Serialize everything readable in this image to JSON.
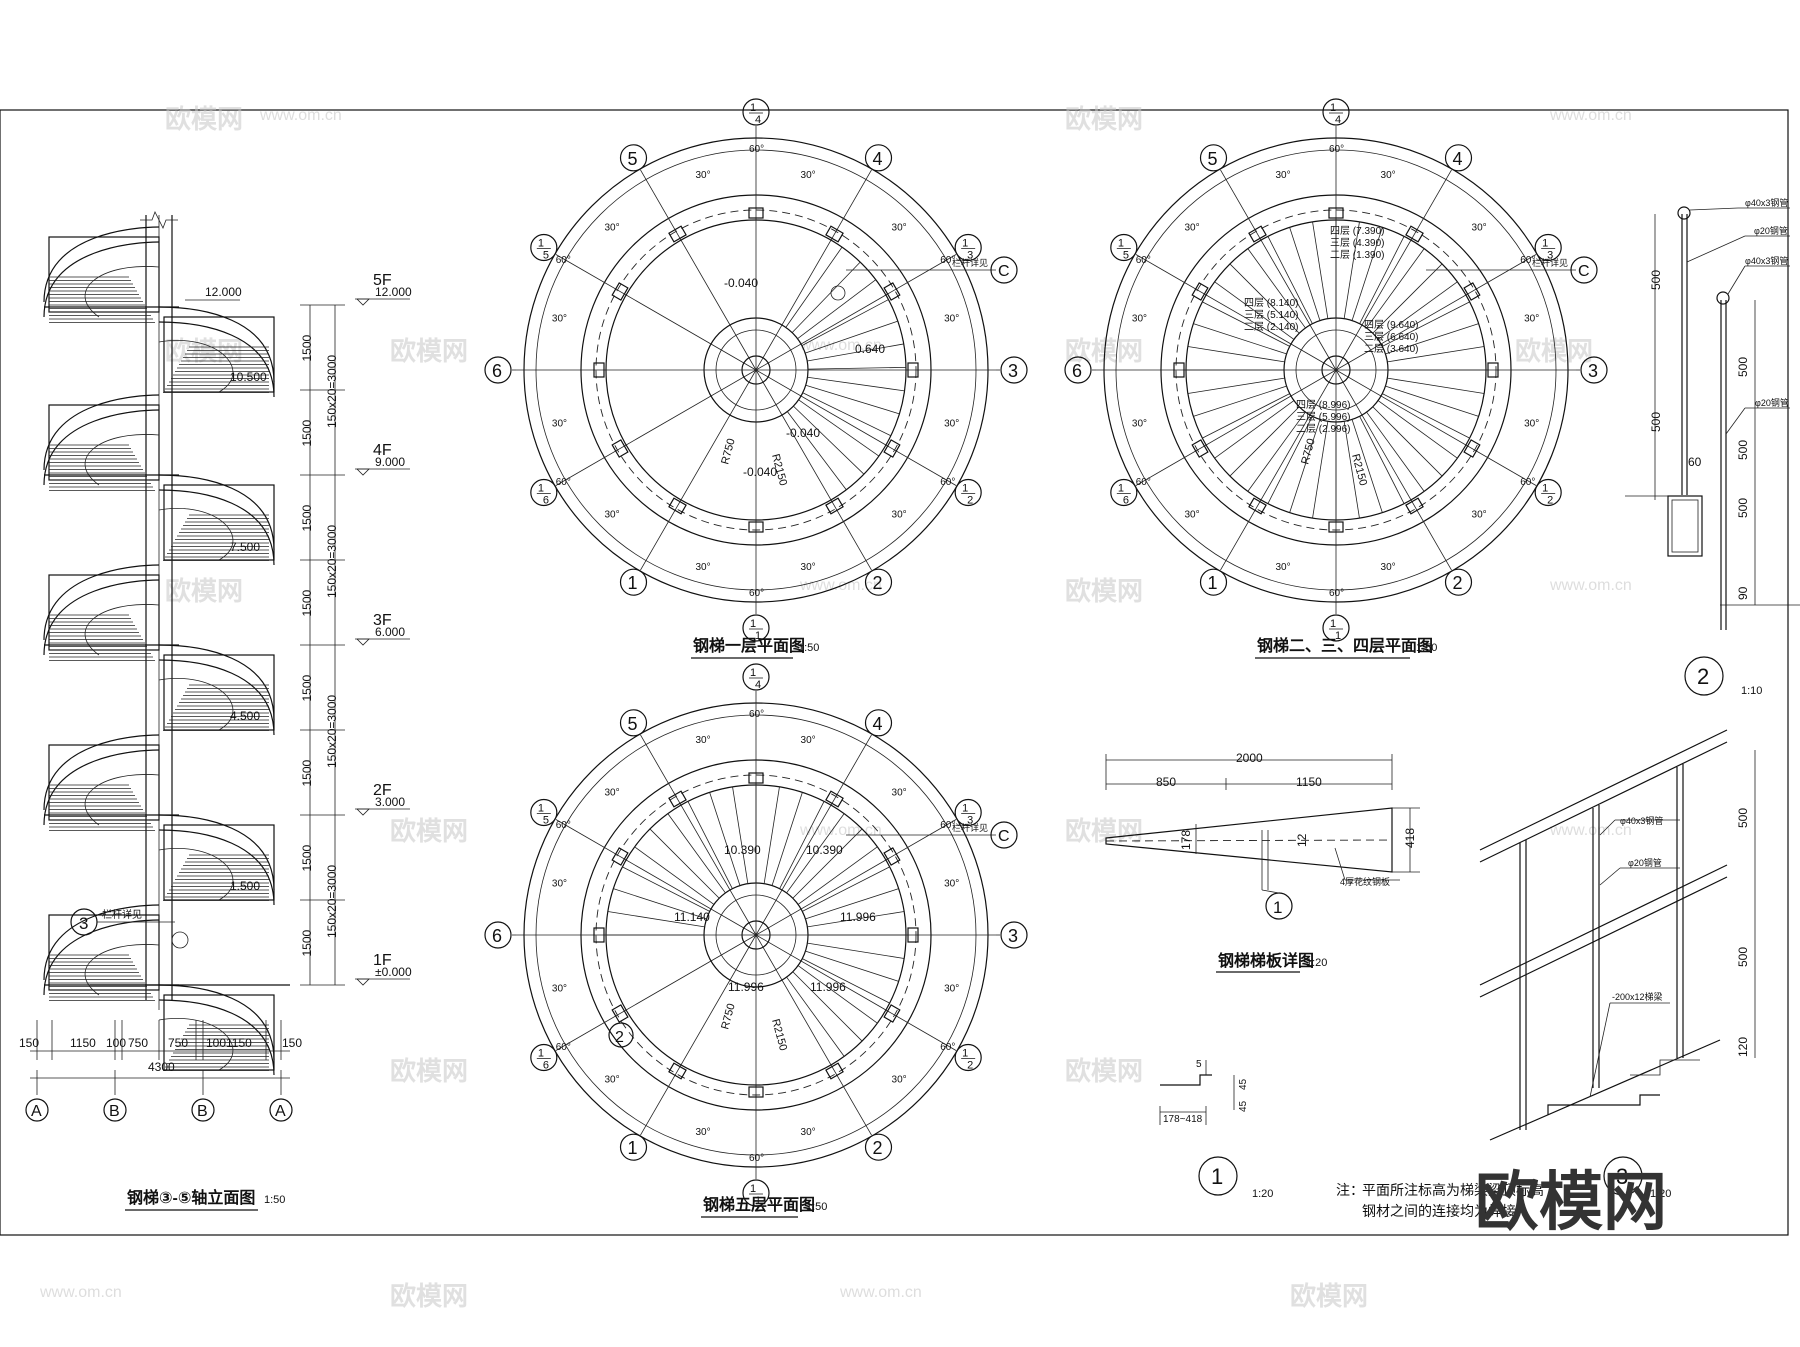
{
  "watermark": {
    "brand": "欧模网",
    "url": "www.om.cn"
  },
  "elevation": {
    "title": "钢梯③-⑤轴立面图",
    "scale": "1:50",
    "levels": [
      {
        "floor": "5F",
        "elev": "12.000"
      },
      {
        "floor": "4F",
        "elev": "9.000"
      },
      {
        "floor": "3F",
        "elev": "6.000"
      },
      {
        "floor": "2F",
        "elev": "3.000"
      },
      {
        "floor": "1F",
        "elev": "±0.000"
      }
    ],
    "stair_marks": [
      "12.000",
      "10.500",
      "7.500",
      "4.500",
      "1.500"
    ],
    "dim_1500": "1500",
    "dim_riser": "150x20=3000",
    "bottom_dims": [
      "150",
      "1150",
      "100",
      "750",
      "750",
      "100",
      "1150",
      "150"
    ],
    "total_width": "4300",
    "axes": [
      "A",
      "B",
      "B",
      "A"
    ],
    "detail_ref": "3",
    "detail_note": "栏杆详见"
  },
  "plans": [
    {
      "id": "plan-1f",
      "title": "钢梯一层平面图",
      "scale": "1:50",
      "levels": [
        "-0.040",
        "-0.040",
        "-0.040",
        "0.640"
      ],
      "radius_labels": [
        "R750",
        "R2150"
      ]
    },
    {
      "id": "plan-234f",
      "title": "钢梯二、三、四层平面图",
      "scale": "1:50",
      "levels": [
        "四层 (8.140)",
        "三层 (5.140)",
        "二层 (2.140)",
        "四层 (7.390)",
        "三层 (4.390)",
        "二层 (1.390)",
        "四层 (9.640)",
        "三层 (6.640)",
        "二层 (3.640)",
        "四层 (8.996)",
        "三层 (5.996)",
        "二层 (2.996)"
      ],
      "radius_labels": [
        "R750",
        "R2150"
      ]
    },
    {
      "id": "plan-5f",
      "title": "钢梯五层平面图",
      "scale": "1:50",
      "levels": [
        "10.390",
        "10.390",
        "11.140",
        "11.996",
        "11.996",
        "11.996"
      ],
      "radius_labels": [
        "R750",
        "R2150"
      ]
    }
  ],
  "plan_common": {
    "axis_labels": [
      "1/4",
      "5",
      "4",
      "1/5",
      "1/3",
      "6",
      "3",
      "1/6",
      "1/2",
      "1",
      "2",
      "1/1"
    ],
    "angle_30": "30°",
    "angle_60": "60°",
    "callout": "C",
    "callout_note": "栏杆详见"
  },
  "tread_detail": {
    "title": "钢梯梯板详图",
    "scale": "1:20",
    "dims": {
      "total": "2000",
      "a": "850",
      "b": "1150",
      "h1": "178",
      "h2": "12",
      "h3": "418"
    },
    "note": "4厚花纹钢板",
    "ref": "1"
  },
  "detail1": {
    "label": "1",
    "scale": "1:20",
    "dims": [
      "5",
      "45",
      "45",
      "178~418"
    ]
  },
  "detail2": {
    "label": "2",
    "scale": "1:10",
    "notes": [
      "φ40x3钢管",
      "φ20钢管",
      "φ40x3钢管",
      "φ20钢管"
    ],
    "dims": [
      "500",
      "500",
      "500",
      "500",
      "500",
      "60",
      "90"
    ]
  },
  "detail3": {
    "label": "3",
    "scale": "1:20",
    "notes": [
      "φ40x3钢管",
      "φ20钢管",
      "-200x12梯梁"
    ],
    "dims": [
      "500",
      "500",
      "120"
    ]
  },
  "footnote": {
    "prefix": "注：",
    "line1": "平面所注标高为梯梁梁顶标高",
    "line2": "钢材之间的连接均为焊接"
  }
}
